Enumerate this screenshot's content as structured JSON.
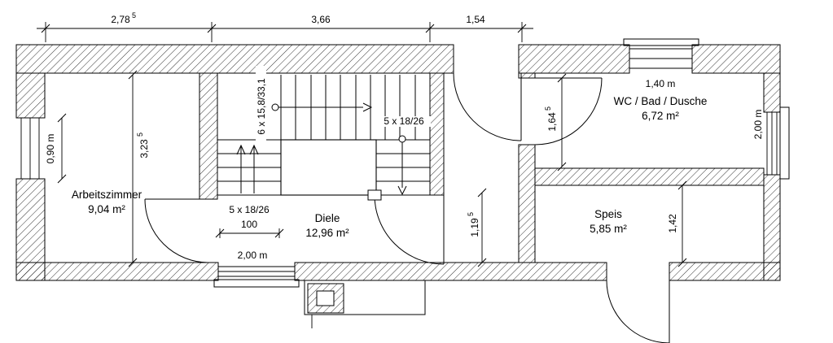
{
  "rooms": {
    "arbeitszimmer": {
      "name": "Arbeitszimmer",
      "area": "9,04 m²"
    },
    "diele": {
      "name": "Diele",
      "area": "12,96 m²"
    },
    "wc_bad_dusche": {
      "name": "WC / Bad / Dusche",
      "area": "6,72 m²"
    },
    "speis": {
      "name": "Speis",
      "area": "5,85 m²"
    }
  },
  "dimensions": {
    "top_left": "2,78",
    "top_left_sup": "5",
    "top_mid": "3,66",
    "top_right": "1,54",
    "left_window": "0,90 m",
    "arbeitszimmer_depth": "3,23",
    "arbeitszimmer_depth_sup": "5",
    "wc_entry": "1,64",
    "wc_entry_sup": "5",
    "corridor_opening": "1,19",
    "corridor_opening_sup": "5",
    "speis_depth": "1,42",
    "wc_window": "1,40 m",
    "right_window": "2,00 m",
    "bottom_window": "2,00 m",
    "stair_width": "100"
  },
  "stairs": {
    "upper_flight": "6 x 15,8/33,1",
    "right_flight": "5 x 18/26",
    "basement_flight": "5 x 18/26"
  },
  "colors": {
    "line": "#000000",
    "background": "#ffffff",
    "hatch": "#000000"
  }
}
